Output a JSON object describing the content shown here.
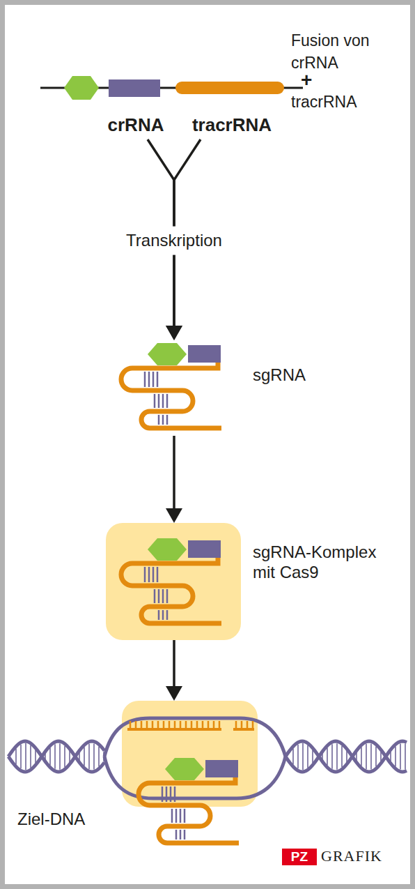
{
  "diagram": {
    "nodes": [
      {
        "text": [
          "crRNA"
        ]
      },
      {
        "text": [
          "tracrRNA"
        ]
      },
      {
        "text": [
          "sgRNA"
        ]
      },
      {
        "text": [
          "sgRNA-Komplex mit Cas9"
        ]
      },
      {
        "text": [
          "Ziel-DNA"
        ]
      }
    ],
    "edges": [
      {
        "from": 0,
        "to": 2,
        "label": "Transkription",
        "arrow": "to"
      },
      {
        "from": 1,
        "to": 2,
        "arrow": "to"
      },
      {
        "from": 2,
        "to": 3,
        "arrow": "to"
      },
      {
        "from": 3,
        "to": 4,
        "arrow": "to"
      }
    ],
    "labels": [
      "Fusion von crRNA",
      "+",
      "tracrRNA",
      "PZ",
      "GRAFIK"
    ]
  }
}
